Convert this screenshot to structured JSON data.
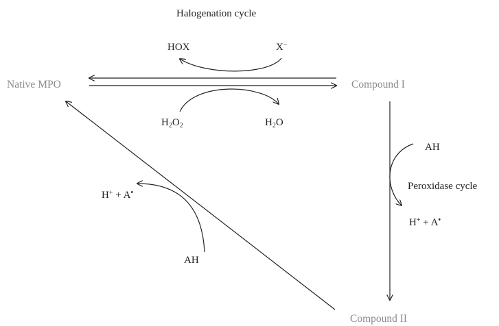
{
  "nodes": {
    "native_mpo": "Native MPO",
    "compound_i": "Compound I",
    "compound_ii": "Compound II"
  },
  "cycles": {
    "halogenation": "Halogenation cycle",
    "peroxidase": "Peroxidase cycle"
  },
  "species": {
    "hox": "HOX",
    "halide_base": "X",
    "halide_charge": "−",
    "h2o2_h": "H",
    "h2o2_sub1": "2",
    "h2o2_o": "O",
    "h2o2_sub2": "2",
    "h2o_h": "H",
    "h2o_sub": "2",
    "h2o_o": "O",
    "ah_right": "AH",
    "ah_left": "AH",
    "proton_h": "H",
    "proton_charge": "+",
    "plus": " + A",
    "radical_dot": "•"
  },
  "colors": {
    "node_text": "#8a8a8a",
    "line": "#222222"
  }
}
